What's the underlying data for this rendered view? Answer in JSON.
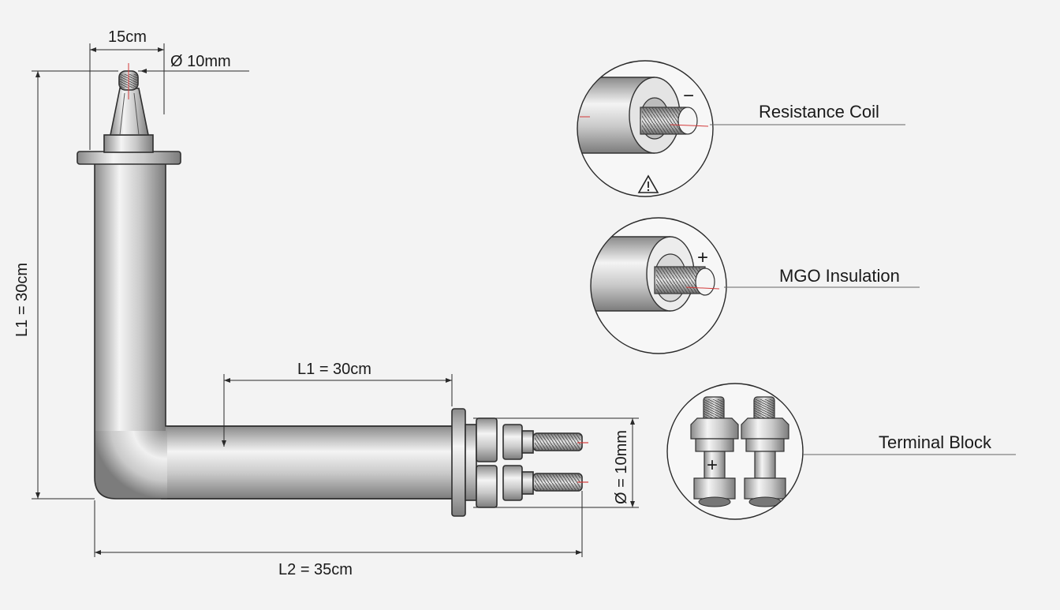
{
  "dimensions": {
    "top_width": "15cm",
    "top_diameter": "Ø  10mm",
    "vertical_length": "L1 = 30cm",
    "horizontal_length": "L1 = 30cm",
    "overall_length": "L2 = 35cm",
    "terminal_diameter": "Ø = 10mm"
  },
  "callouts": {
    "resistance_coil": {
      "label": "Resistance Coil",
      "polarity": "−"
    },
    "mgo_insulation": {
      "label": "MGO Insulation",
      "polarity": "+"
    },
    "terminal_block": {
      "label": "Terminal Block",
      "polarity": "+"
    }
  },
  "icons": [
    "warning-icon"
  ],
  "colors": {
    "steel_light": "#f4f4f4",
    "steel_dark": "#8e8e8e",
    "accent_red": "#d33a3a",
    "line": "#2e2e2e"
  }
}
